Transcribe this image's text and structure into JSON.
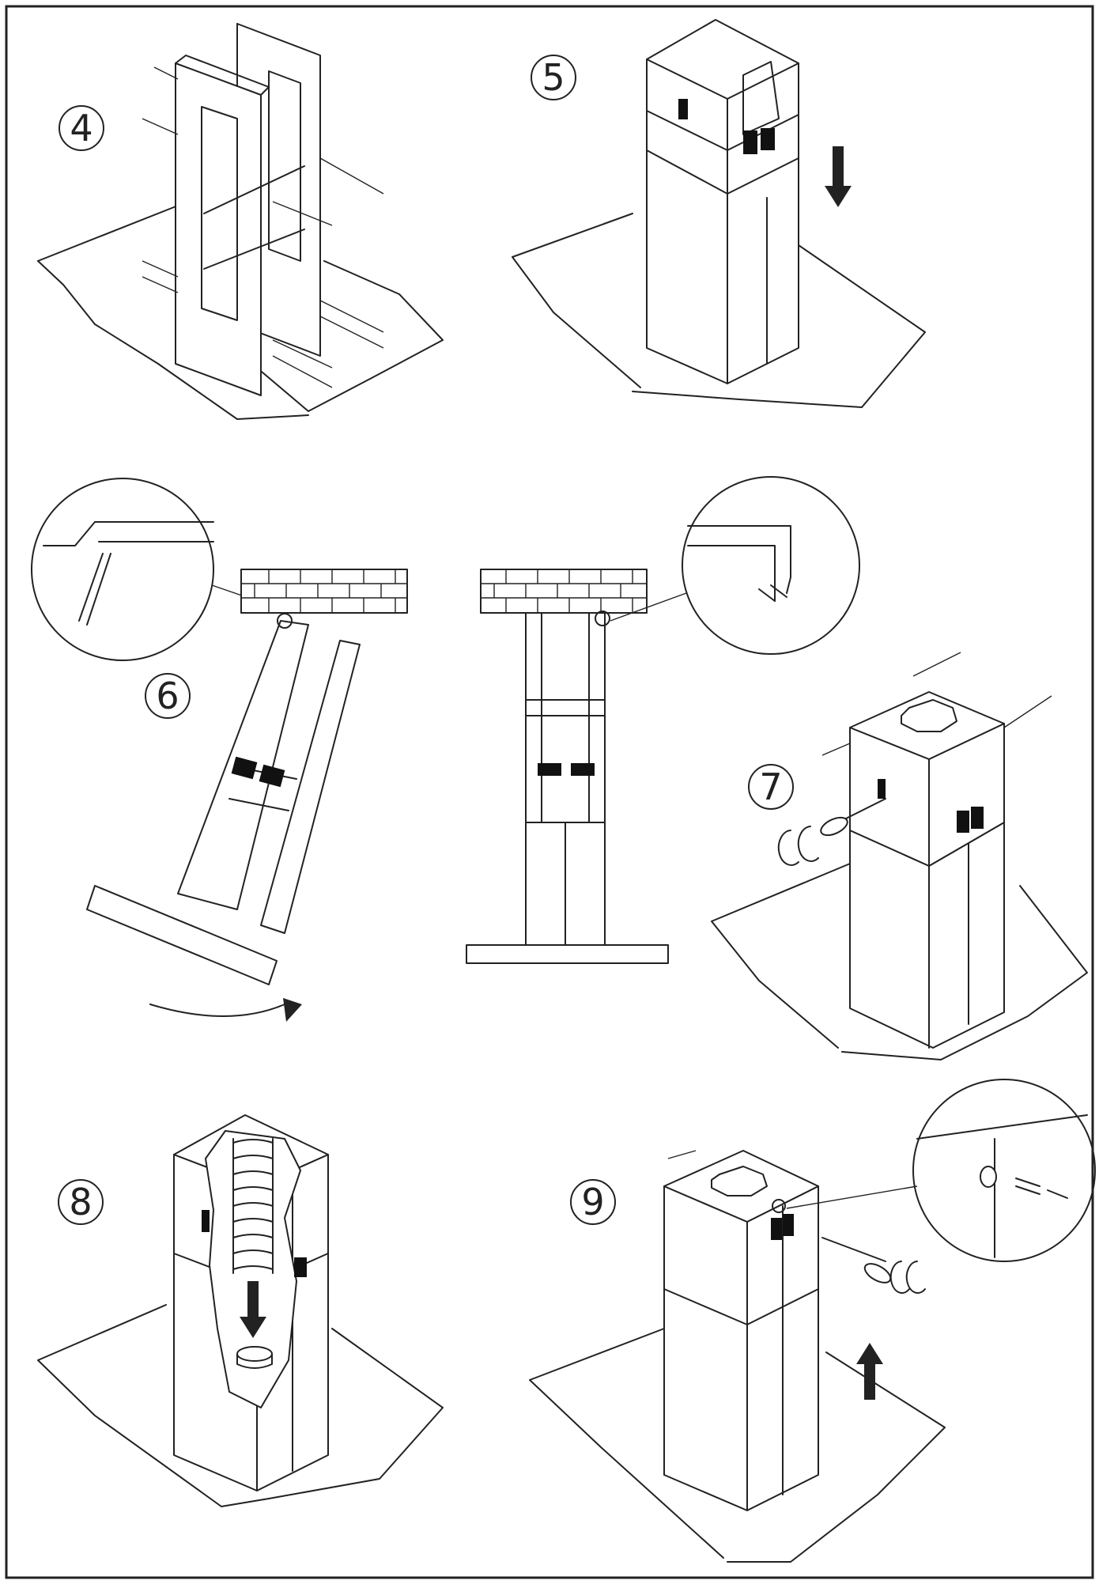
{
  "steps": [
    {
      "number": "4"
    },
    {
      "number": "5"
    },
    {
      "number": "6"
    },
    {
      "number": "7"
    },
    {
      "number": "8"
    },
    {
      "number": "9"
    }
  ],
  "colors": {
    "line": "#222222",
    "background": "#ffffff"
  }
}
